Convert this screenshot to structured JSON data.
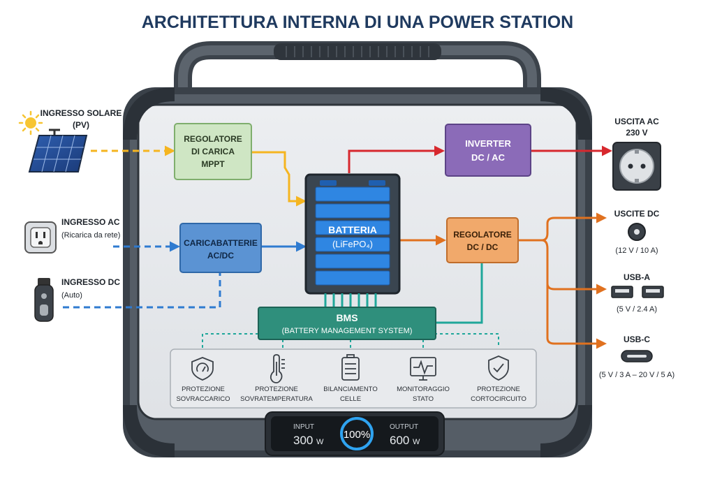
{
  "title": "ARCHITETTURA INTERNA DI UNA POWER STATION",
  "inputs": {
    "solar": {
      "label": "INGRESSO SOLARE",
      "sub": "(PV)"
    },
    "ac": {
      "label": "INGRESSO AC",
      "sub": "(Ricarica da rete)"
    },
    "dc": {
      "label": "INGRESSO DC",
      "sub": "(Auto)"
    }
  },
  "blocks": {
    "mppt": {
      "line1": "REGOLATORE",
      "line2": "DI CARICA",
      "line3": "MPPT"
    },
    "charger": {
      "line1": "CARICABATTERIE",
      "line2": "AC/DC"
    },
    "battery": {
      "line1": "BATTERIA",
      "line2": "(LiFePO₄)"
    },
    "inverter": {
      "line1": "INVERTER",
      "line2": "DC / AC"
    },
    "dcreg": {
      "line1": "REGOLATORE",
      "line2": "DC / DC"
    },
    "bms": {
      "line1": "BMS",
      "line2": "(BATTERY MANAGEMENT SYSTEM)"
    }
  },
  "protections": [
    {
      "icon": "gauge-shield-icon",
      "line1": "PROTEZIONE",
      "line2": "SOVRACCARICO"
    },
    {
      "icon": "thermometer-icon",
      "line1": "PROTEZIONE",
      "line2": "SOVRATEMPERATURA"
    },
    {
      "icon": "battery-cells-icon",
      "line1": "BILANCIAMENTO",
      "line2": "CELLE"
    },
    {
      "icon": "monitor-pulse-icon",
      "line1": "MONITORAGGIO",
      "line2": "STATO"
    },
    {
      "icon": "shield-check-icon",
      "line1": "PROTEZIONE",
      "line2": "CORTOCIRCUITO"
    }
  ],
  "outputs": {
    "ac": {
      "label": "USCITA AC",
      "sub": "230 V"
    },
    "dc": {
      "label": "USCITE DC",
      "sub": "(12 V / 10 A)"
    },
    "usba": {
      "label": "USB-A",
      "sub": "(5 V / 2.4 A)"
    },
    "usbc": {
      "label": "USB-C",
      "sub": "(5 V / 3 A – 20 V / 5 A)"
    }
  },
  "display": {
    "input_label": "INPUT",
    "input_value": "300",
    "input_unit": "W",
    "level": "100%",
    "level_fraction": 1.0,
    "output_label": "OUTPUT",
    "output_value": "600",
    "output_unit": "W"
  },
  "colors": {
    "title": "#1f3a5f",
    "solar_flow": "#f5b520",
    "ac_flow": "#2f7bd0",
    "inverter_flow": "#d7282e",
    "dc_flow": "#e0711f",
    "bms_flow": "#1fa79a",
    "mppt_fill": "#cfe6c4",
    "charger_fill": "#5b93d3",
    "battery_fill": "#2f86e2",
    "inverter_fill": "#8b6bb8",
    "dcreg_fill": "#f1a96b",
    "bms_fill": "#2f8f7c"
  }
}
